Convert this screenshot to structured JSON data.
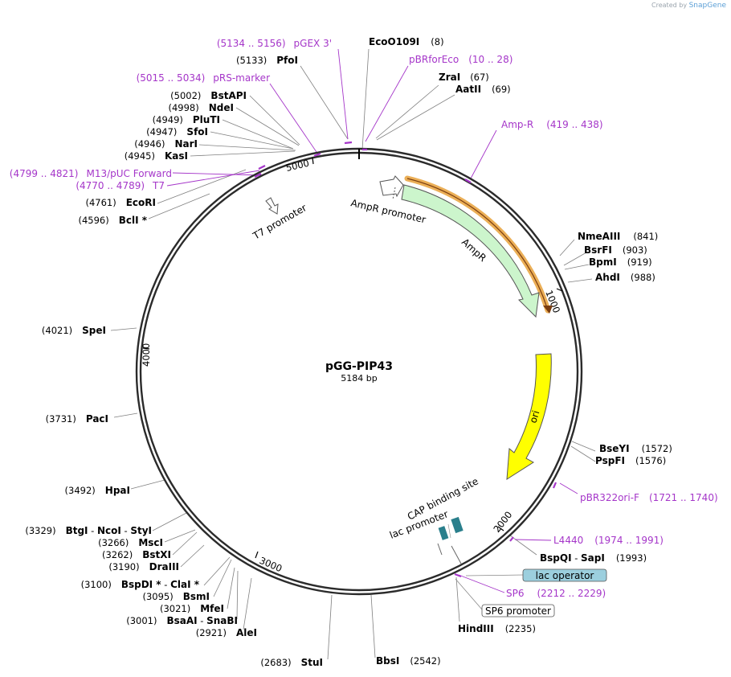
{
  "credit": {
    "prefix": "Created by",
    "brand": "SnapGene"
  },
  "plasmid": {
    "name": "pGG-PIP43",
    "length_label": "5184 bp",
    "length": 5184
  },
  "ticks": [
    "1000",
    "2000",
    "3000",
    "4000",
    "5000"
  ],
  "features": [
    {
      "label": "AmpR promoter",
      "color": "#ffffff"
    },
    {
      "label": "AmpR",
      "color": "#ccf5cc"
    },
    {
      "label": "ori",
      "color": "#ffff00"
    },
    {
      "label": "lac promoter",
      "color": "#ffffff"
    },
    {
      "label": "CAP binding site",
      "color": "#2a7f8c"
    },
    {
      "label": "T7 promoter",
      "color": "#ffffff"
    }
  ],
  "boxed_labels": [
    {
      "label": "lac operator",
      "color": "#9ccfde"
    },
    {
      "label": "SP6 promoter",
      "color": "#ffffff"
    }
  ],
  "enzymes": [
    {
      "name": "EcoO109I",
      "pos": "(8)"
    },
    {
      "name": "ZraI",
      "pos": "(67)"
    },
    {
      "name": "AatII",
      "pos": "(69)"
    },
    {
      "name": "NmeAIII",
      "pos": "(841)"
    },
    {
      "name": "BsrFI",
      "pos": "(903)"
    },
    {
      "name": "BpmI",
      "pos": "(919)"
    },
    {
      "name": "AhdI",
      "pos": "(988)"
    },
    {
      "name": "BseYI",
      "pos": "(1572)"
    },
    {
      "name": "PspFI",
      "pos": "(1576)"
    },
    {
      "name": "BspQI",
      "sep": " - ",
      "name2": "SapI",
      "pos": "(1993)"
    },
    {
      "name": "HindIII",
      "pos": "(2235)"
    },
    {
      "name": "BbsI",
      "pos": "(2542)"
    },
    {
      "name": "StuI",
      "pos": "(2683)"
    },
    {
      "name": "AleI",
      "pos": "(2921)"
    },
    {
      "name": "BsaAI",
      "sep": " - ",
      "name2": "SnaBI",
      "pos": "(3001)"
    },
    {
      "name": "MfeI",
      "pos": "(3021)"
    },
    {
      "name": "BsmI",
      "pos": "(3095)"
    },
    {
      "name": "BspDI *",
      "sep": " - ",
      "name2": "ClaI *",
      "pos": "(3100)"
    },
    {
      "name": "DraIII",
      "pos": "(3190)"
    },
    {
      "name": "BstXI",
      "pos": "(3262)"
    },
    {
      "name": "MscI",
      "pos": "(3266)"
    },
    {
      "name": "BtgI",
      "sep": " - ",
      "name2": "NcoI",
      "sep2": " - ",
      "name3": "StyI",
      "pos": "(3329)"
    },
    {
      "name": "HpaI",
      "pos": "(3492)"
    },
    {
      "name": "PacI",
      "pos": "(3731)"
    },
    {
      "name": "SpeI",
      "pos": "(4021)"
    },
    {
      "name": "BclI *",
      "pos": "(4596)"
    },
    {
      "name": "EcoRI",
      "pos": "(4761)"
    },
    {
      "name": "KasI",
      "pos": "(4945)"
    },
    {
      "name": "NarI",
      "pos": "(4946)"
    },
    {
      "name": "SfoI",
      "pos": "(4947)"
    },
    {
      "name": "PluTI",
      "pos": "(4949)"
    },
    {
      "name": "NdeI",
      "pos": "(4998)"
    },
    {
      "name": "BstAPI",
      "pos": "(5002)"
    },
    {
      "name": "PfoI",
      "pos": "(5133)"
    }
  ],
  "primers": [
    {
      "name": "pGEX 3'",
      "range": "(5134 .. 5156)"
    },
    {
      "name": "pBRforEco",
      "range": "(10 .. 28)"
    },
    {
      "name": "Amp-R",
      "range": "(419 .. 438)"
    },
    {
      "name": "pRS-marker",
      "range": "(5015 .. 5034)"
    },
    {
      "name": "M13/pUC Forward",
      "range": "(4799 .. 4821)"
    },
    {
      "name": "T7",
      "range": "(4770 .. 4789)"
    },
    {
      "name": "pBR322ori-F",
      "range": "(1721 .. 1740)"
    },
    {
      "name": "L4440",
      "range": "(1974 .. 1991)"
    },
    {
      "name": "SP6",
      "range": "(2212 .. 2229)"
    }
  ]
}
